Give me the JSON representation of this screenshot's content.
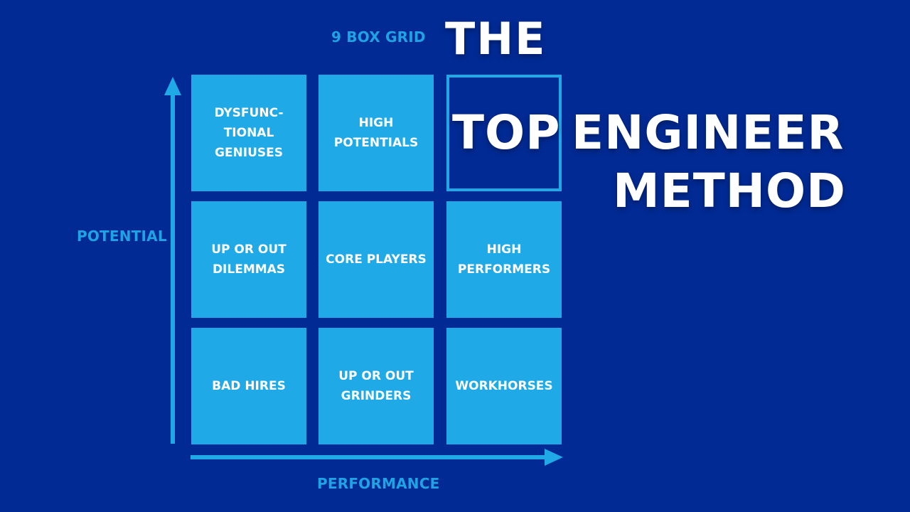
{
  "grid": {
    "title": "9 BOX GRID",
    "y_axis_label": "POTENTIAL",
    "x_axis_label": "PERFORMANCE",
    "cells": [
      {
        "label": "DYSFUNC-\nTIONAL\nGENIUSES",
        "highlighted": false
      },
      {
        "label": "HIGH\nPOTENTIALS",
        "highlighted": false
      },
      {
        "label": "",
        "highlighted": true
      },
      {
        "label": "UP OR OUT\nDILEMMAS",
        "highlighted": false
      },
      {
        "label": "CORE PLAYERS",
        "highlighted": false
      },
      {
        "label": "HIGH\nPERFORMERS",
        "highlighted": false
      },
      {
        "label": "BAD HIRES",
        "highlighted": false
      },
      {
        "label": "UP OR OUT\nGRINDERS",
        "highlighted": false
      },
      {
        "label": "WORKHORSES",
        "highlighted": false
      }
    ]
  },
  "headline": {
    "line1": "THE",
    "word_top": "TOP",
    "word_engineer": "ENGINEER",
    "line3": "METHOD"
  },
  "colors": {
    "background": "#012a94",
    "cell": "#1fa9e6",
    "label": "#1fa3e4",
    "headline": "#ffffff"
  }
}
